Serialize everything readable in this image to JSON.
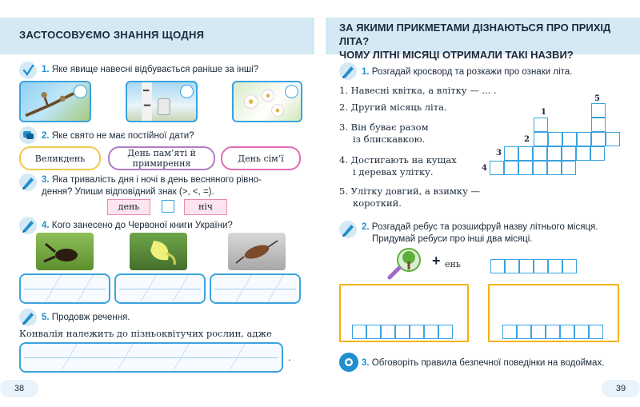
{
  "left_page": {
    "header": "ЗАСТОСОВУЄМО ЗНАННЯ ЩОДНЯ",
    "task1": {
      "num": "1.",
      "text": "Яке явище навесні відбувається раніше за інші?"
    },
    "task2": {
      "num": "2.",
      "text": "Яке свято не має постійної дати?",
      "options": [
        "Великдень",
        "День пам’яті й примирення",
        "День сім’ї"
      ]
    },
    "task3": {
      "num": "3.",
      "line1": "Яка тривалість дня і ночі в день весняного рівно-",
      "line2": "дення? Упиши відповідний знак (>, <, =).",
      "left_word": "день",
      "right_word": "ніч"
    },
    "task4": {
      "num": "4.",
      "text": "Кого занесено до Червоної книги України?"
    },
    "task5": {
      "num": "5.",
      "text": "Продовж речення.",
      "sentence": "Конвалія належить до пізньоквітучих рослин, адже",
      "end_dot": "."
    },
    "page_number": "38"
  },
  "right_page": {
    "header_line1": "ЗА ЯКИМИ ПРИКМЕТАМИ ДІЗНАЮТЬСЯ ПРО ПРИХІД ЛІТА?",
    "header_line2": "ЧОМУ ЛІТНІ МІСЯЦІ ОТРИМАЛИ ТАКІ НАЗВИ?",
    "task1": {
      "num": "1.",
      "text": "Розгадай кросворд та розкажи про ознаки літа.",
      "clues": [
        {
          "line1": "1. Навесні квітка, а влітку — ... ."
        },
        {
          "line1": "2. Другий місяць літа."
        },
        {
          "line1": "3. Він буває разом",
          "line2": "із блискавкою."
        },
        {
          "line1": "4. Достигають на кущах",
          "line2": "і деревах улітку."
        },
        {
          "line1": "5. Улітку довгий, а взимку —",
          "line2": "короткий."
        }
      ],
      "crossword_numbers": [
        "1",
        "2",
        "3",
        "4",
        "5"
      ]
    },
    "task2": {
      "num": "2.",
      "line1": "Розгадай ребус та розшифруй назву літнього місяця.",
      "line2": "Придумай ребуси про інші два місяці.",
      "plus": "+",
      "suffix": "ень"
    },
    "task3": {
      "num": "3.",
      "text": "Обговоріть правила безпечної поведінки на водоймах."
    },
    "page_number": "39"
  },
  "colors": {
    "accent_blue": "#1f8fd0",
    "header_band": "#d5e9f5",
    "orange": "#f5b20a",
    "pink": "#e36bb4"
  }
}
